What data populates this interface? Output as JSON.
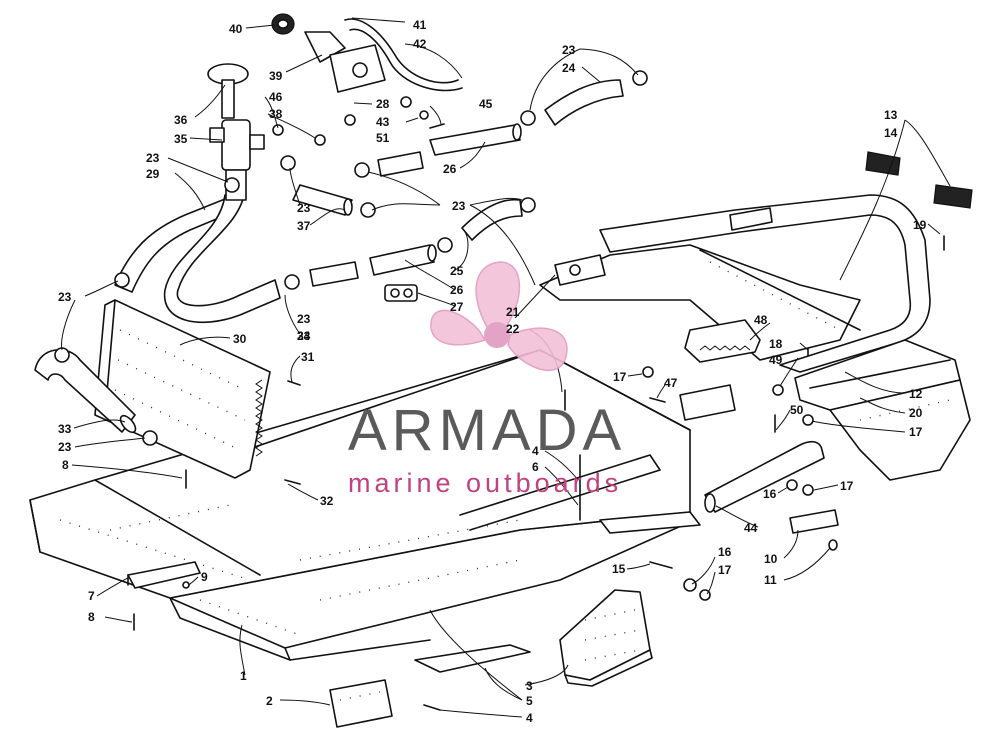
{
  "diagram": {
    "callouts": [
      {
        "text": "40",
        "id": "40"
      },
      {
        "text": "41",
        "id": "41"
      },
      {
        "text": "42",
        "id": "42"
      },
      {
        "text": "39",
        "id": "39"
      },
      {
        "text": "36",
        "id": "36"
      },
      {
        "text": "46",
        "id": "46"
      },
      {
        "text": "38",
        "id": "38"
      },
      {
        "text": "28",
        "id": "28"
      },
      {
        "text": "43",
        "id": "43"
      },
      {
        "text": "45",
        "id": "45"
      },
      {
        "text": "51",
        "id": "51"
      },
      {
        "text": "35",
        "id": "35"
      },
      {
        "text": "23",
        "id": "23-a"
      },
      {
        "text": "24",
        "id": "24"
      },
      {
        "text": "23",
        "id": "23-b"
      },
      {
        "text": "29",
        "id": "29"
      },
      {
        "text": "26",
        "id": "26-a"
      },
      {
        "text": "23",
        "id": "23-c"
      },
      {
        "text": "37",
        "id": "37"
      },
      {
        "text": "23",
        "id": "23-d"
      },
      {
        "text": "13",
        "id": "13"
      },
      {
        "text": "14",
        "id": "14"
      },
      {
        "text": "19",
        "id": "19"
      },
      {
        "text": "23",
        "id": "23-e"
      },
      {
        "text": "25",
        "id": "25"
      },
      {
        "text": "26",
        "id": "26-b"
      },
      {
        "text": "27",
        "id": "27"
      },
      {
        "text": "23",
        "id": "23-f"
      },
      {
        "text": "21",
        "id": "21"
      },
      {
        "text": "22",
        "id": "22"
      },
      {
        "text": "23",
        "id": "23-g"
      },
      {
        "text": "30",
        "id": "30"
      },
      {
        "text": "34",
        "id": "34"
      },
      {
        "text": "31",
        "id": "31"
      },
      {
        "text": "48",
        "id": "48"
      },
      {
        "text": "18",
        "id": "18"
      },
      {
        "text": "49",
        "id": "49"
      },
      {
        "text": "12",
        "id": "12"
      },
      {
        "text": "17",
        "id": "17-a"
      },
      {
        "text": "47",
        "id": "47"
      },
      {
        "text": "50",
        "id": "50"
      },
      {
        "text": "20",
        "id": "20"
      },
      {
        "text": "17",
        "id": "17-b"
      },
      {
        "text": "33",
        "id": "33"
      },
      {
        "text": "23",
        "id": "23-h"
      },
      {
        "text": "4",
        "id": "4-a"
      },
      {
        "text": "6",
        "id": "6"
      },
      {
        "text": "8",
        "id": "8-a"
      },
      {
        "text": "32",
        "id": "32"
      },
      {
        "text": "16",
        "id": "16-a"
      },
      {
        "text": "17",
        "id": "17-c"
      },
      {
        "text": "44",
        "id": "44"
      },
      {
        "text": "10",
        "id": "10"
      },
      {
        "text": "11",
        "id": "11"
      },
      {
        "text": "15",
        "id": "15"
      },
      {
        "text": "16",
        "id": "16-b"
      },
      {
        "text": "17",
        "id": "17-d"
      },
      {
        "text": "9",
        "id": "9"
      },
      {
        "text": "7",
        "id": "7"
      },
      {
        "text": "8",
        "id": "8-b"
      },
      {
        "text": "1",
        "id": "1"
      },
      {
        "text": "2",
        "id": "2"
      },
      {
        "text": "3",
        "id": "3"
      },
      {
        "text": "5",
        "id": "5"
      },
      {
        "text": "4",
        "id": "4-b"
      }
    ]
  },
  "watermark": {
    "title": "ARMADA",
    "subtitle": "marine outboards",
    "title_color": "#5a5a5a",
    "subtitle_color": "#c2417e",
    "logo_color": "#f2c0d8"
  }
}
